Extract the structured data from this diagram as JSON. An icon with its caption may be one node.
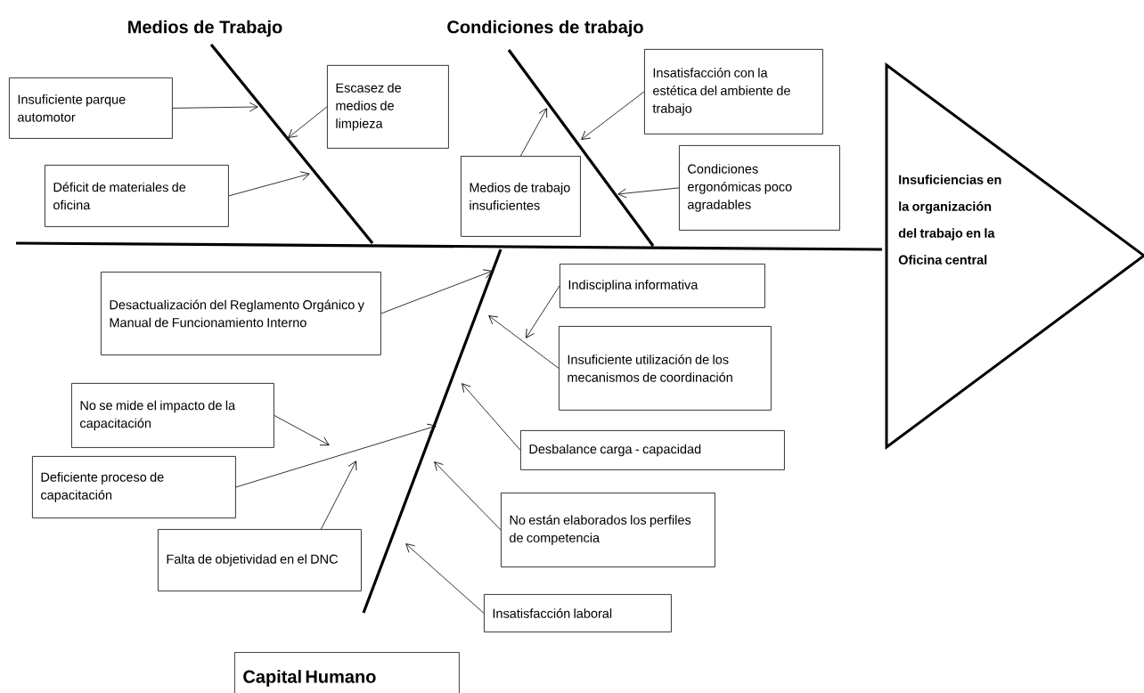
{
  "diagram": {
    "nodes": [
      {
        "text": [
          "Insuficiente parque automotor"
        ]
      },
      {
        "text": [
          "Escasez de medios de limpieza"
        ]
      },
      {
        "text": [
          "Déficit de materiales de oficina"
        ]
      },
      {
        "text": [
          "Medios de trabajo insuficientes"
        ]
      },
      {
        "text": [
          "Insatisfacción con la estética del ambiente de trabajo"
        ]
      },
      {
        "text": [
          "Condiciones ergonómicas poco agradables"
        ]
      },
      {
        "text": [
          "Insuficiencias en la organización del trabajo en la Oficina central"
        ]
      },
      {
        "text": [
          "Desactualización del Reglamento Orgánico y Manual de Funcionamiento Interno"
        ]
      },
      {
        "text": [
          "Indisciplina informativa"
        ]
      },
      {
        "text": [
          "Insuficiente utilización de los mecanismos de coordinación"
        ]
      },
      {
        "text": [
          "No se mide el impacto de la capacitación"
        ]
      },
      {
        "text": [
          "Deficiente proceso de capacitación"
        ]
      },
      {
        "text": [
          "Desbalance carga - capacidad"
        ]
      },
      {
        "text": [
          "No están elaborados los perfiles de competencia"
        ]
      },
      {
        "text": [
          "Falta de objetividad en el DNC"
        ]
      },
      {
        "text": [
          "Insatisfacción laboral"
        ]
      },
      {
        "text": [
          "Capital Humano"
        ]
      }
    ],
    "edges": [
      {
        "from": 0,
        "to": null,
        "arrow": "to"
      },
      {
        "from": 1,
        "to": null,
        "arrow": "to"
      },
      {
        "from": 2,
        "to": null,
        "arrow": "to"
      },
      {
        "from": 3,
        "to": null,
        "arrow": "to"
      },
      {
        "from": 4,
        "to": null,
        "arrow": "to"
      },
      {
        "from": 5,
        "to": null,
        "arrow": "to"
      },
      {
        "from": 7,
        "to": null,
        "arrow": "to"
      },
      {
        "from": 8,
        "to": null,
        "arrow": "to"
      },
      {
        "from": 9,
        "to": null,
        "arrow": "to"
      },
      {
        "from": 10,
        "to": null,
        "arrow": "to"
      },
      {
        "from": 11,
        "to": null,
        "arrow": "to"
      },
      {
        "from": 12,
        "to": null,
        "arrow": "to"
      },
      {
        "from": 13,
        "to": null,
        "arrow": "to"
      },
      {
        "from": 14,
        "to": null,
        "arrow": "to"
      },
      {
        "from": 15,
        "to": null,
        "arrow": "to"
      }
    ],
    "labels": [
      "Medios de Trabajo",
      "Condiciones de trabajo"
    ]
  }
}
